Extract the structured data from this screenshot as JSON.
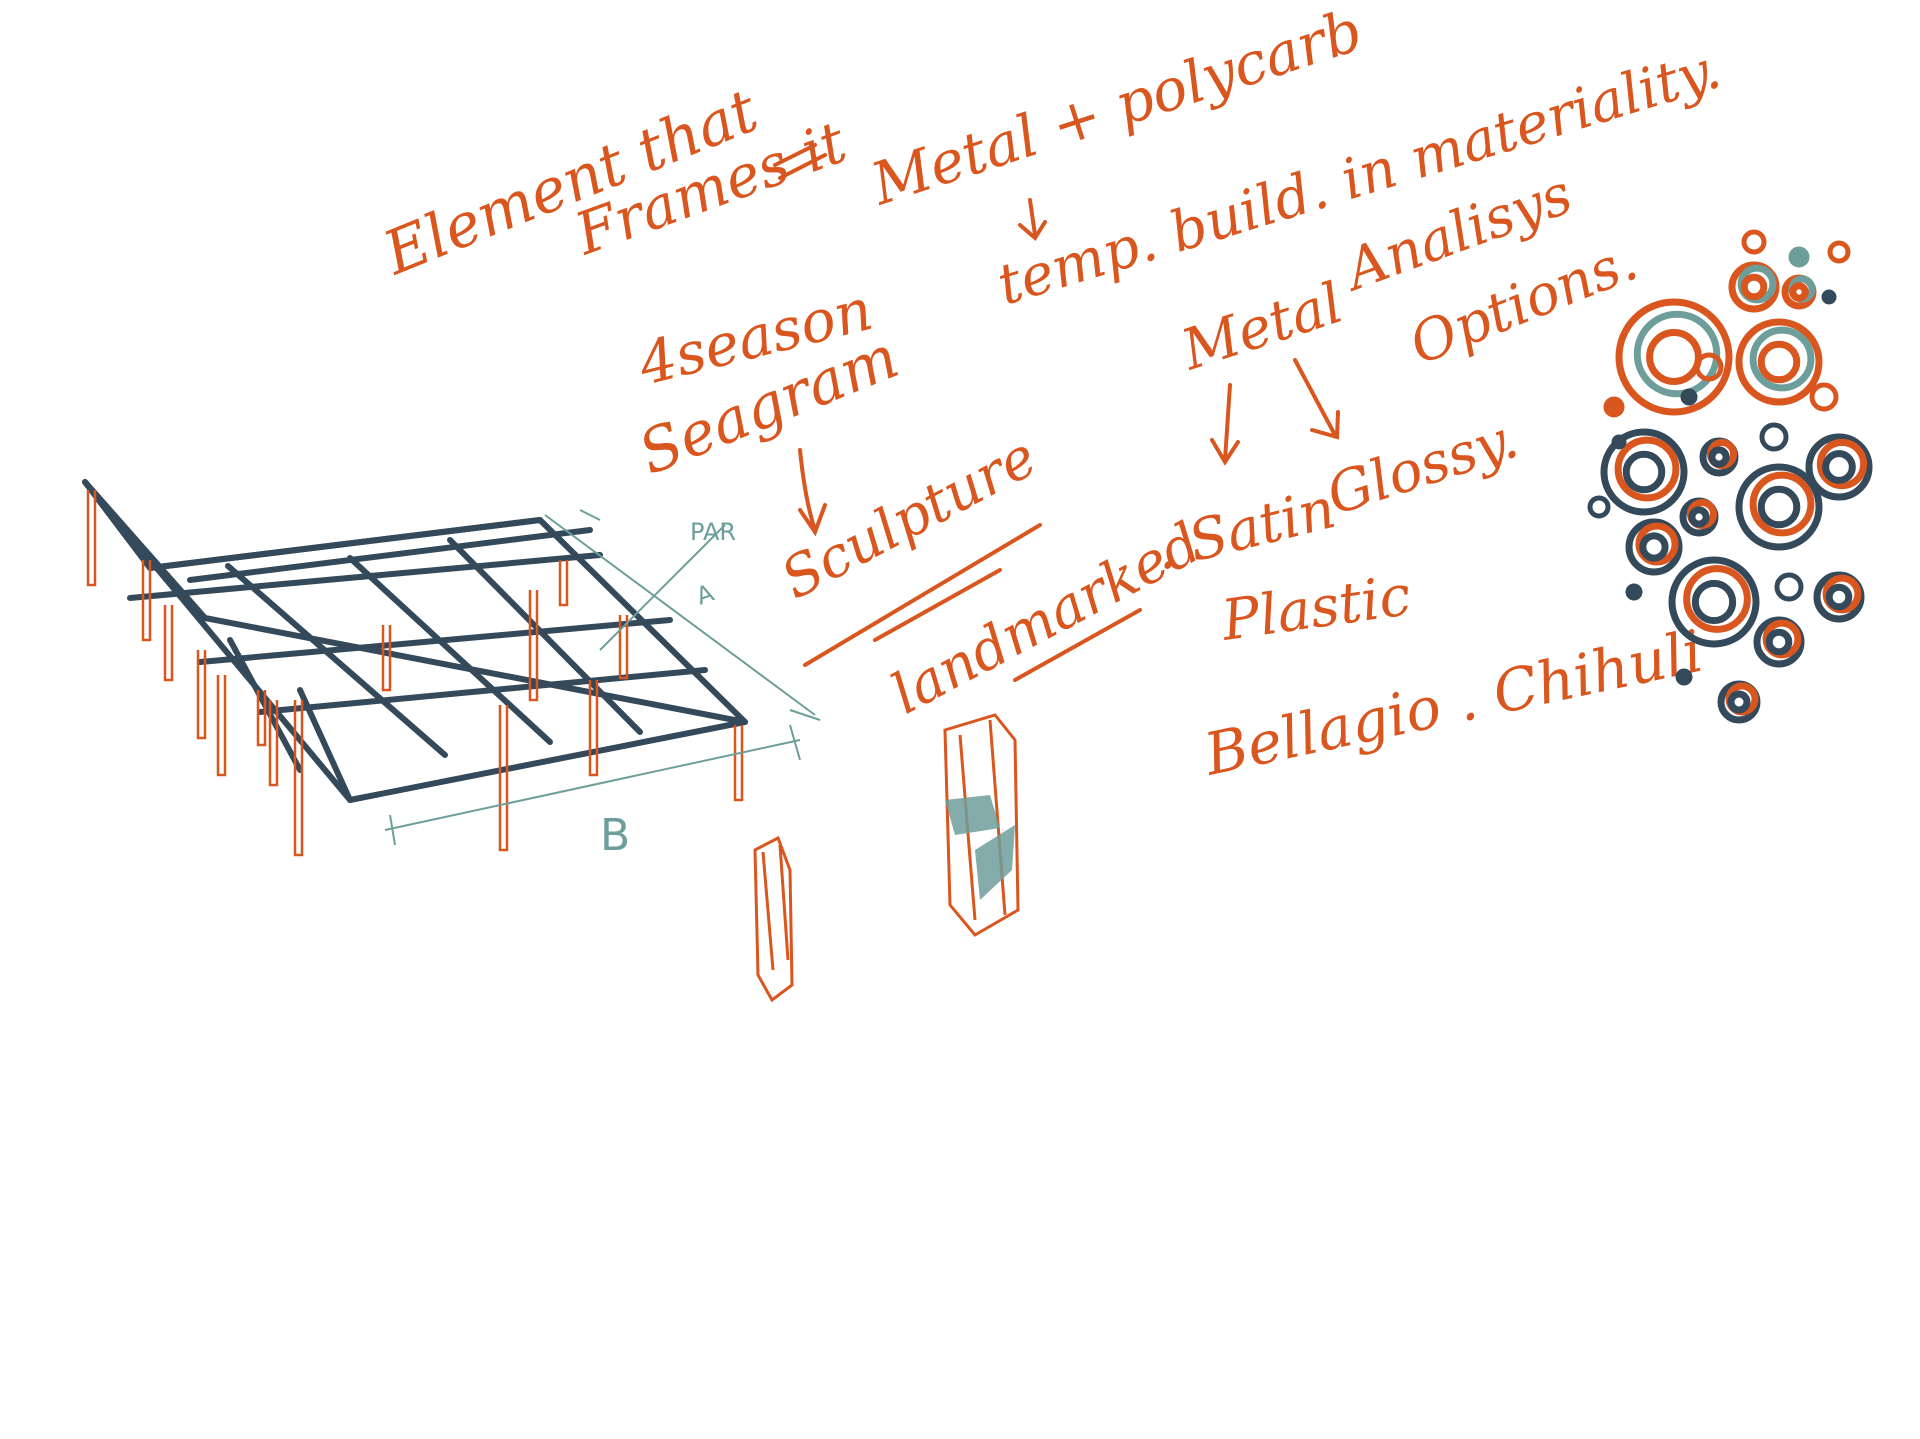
{
  "colors": {
    "ink_orange": "#d9561f",
    "ink_navy": "#34495a",
    "ink_teal": "#6d9e9b",
    "paper": "#ffffff"
  },
  "notes": {
    "element_line1": "Element that",
    "element_line2": "Frames it",
    "metal_poly": "Metal + polycarb",
    "temp_build": "temp. build. in materiality.",
    "four_season": "4season",
    "seagram": "Seagram",
    "sculpture": "Sculpture",
    "landmarked": "landmarked",
    "metal": "Metal",
    "analysis": "Analisys",
    "options": "Options.",
    "satin": ". Satin",
    "glossy": "Glossy.",
    "plastic": "Plastic",
    "bellagio": "Bellagio . Chihuli"
  },
  "dimensions": {
    "par": "PAR",
    "a": "A",
    "b": "B"
  }
}
